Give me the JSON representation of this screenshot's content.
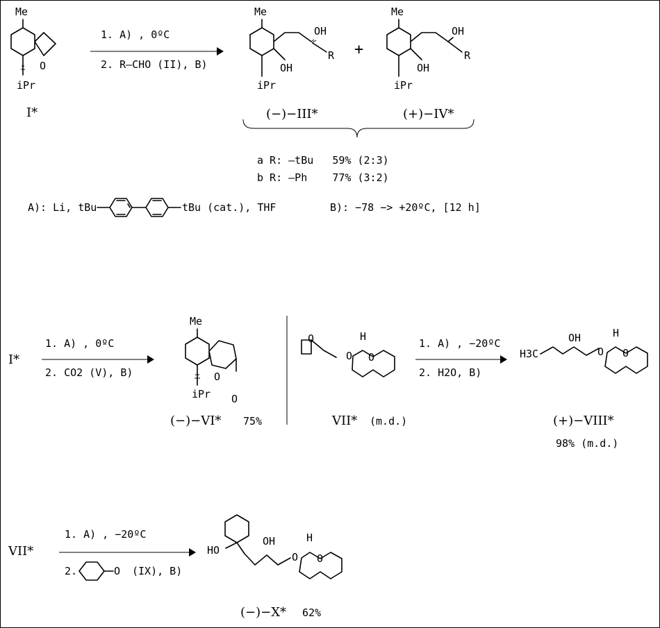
{
  "compounds": {
    "I": "I*",
    "III": "(−)−III*",
    "IV": "(+)−IV*",
    "I_ref": "I*",
    "VI": "(−)−VI*",
    "VI_yield": "75%",
    "VII": "VII*",
    "VII_note": "(m.d.)",
    "VIII": "(+)−VIII*",
    "VIII_yield": "98% (m.d.)",
    "VII_ref": "VII*",
    "X": "(−)−X*",
    "X_yield": "62%"
  },
  "atom_labels": {
    "me": "Me",
    "ipr": "iPr",
    "o": "O",
    "oh": "OH",
    "ho": "HO",
    "r": "R",
    "h": "H",
    "h3c": "H3C",
    "plus": "+"
  },
  "reaction1": {
    "step1": "1. A) , 0ºC",
    "step2": "2. R—CHO (II), B)",
    "result_a": "a R: —tBu   59% (2:3)",
    "result_b": "b R: —Ph    77% (3:2)"
  },
  "reagents": {
    "A_prefix": "A): Li, tBu",
    "A_suffix": "tBu (cat.), THF",
    "B": "B): −78 −> +20ºC, [12 h]"
  },
  "reaction2": {
    "step1": "1. A) , 0ºC",
    "step2": "2. CO2 (V), B)"
  },
  "reaction3": {
    "step1": "1. A) , −20ºC",
    "step2": "2. H2O, B)"
  },
  "reaction4": {
    "step1": "1. A) , −20ºC",
    "step2_prefix": "2.",
    "step2_suffix": "(IX), B)"
  }
}
